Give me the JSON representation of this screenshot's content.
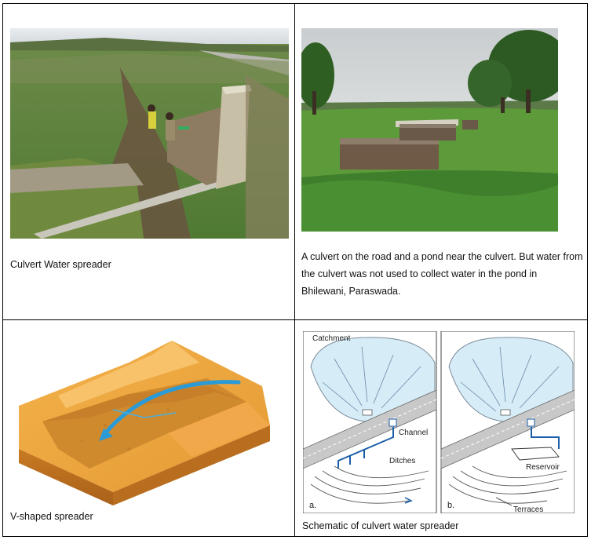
{
  "cells": {
    "culvert_spreader": {
      "caption": "Culvert Water spreader"
    },
    "culvert_pond": {
      "caption": "A culvert on the road and a pond near the culvert. But water from the culvert was not used to collect water in the pond in Bhilewani, Paraswada."
    },
    "v_spreader": {
      "caption": "V-shaped spreader"
    },
    "schematic": {
      "caption": "Schematic of culvert water spreader",
      "labels": {
        "catchment": "Catchment",
        "channel": "Channel",
        "ditches": "Ditches",
        "panel_a": "a.",
        "panel_b": "b.",
        "reservoir": "Reservoir",
        "terraces": "Terraces"
      }
    }
  }
}
